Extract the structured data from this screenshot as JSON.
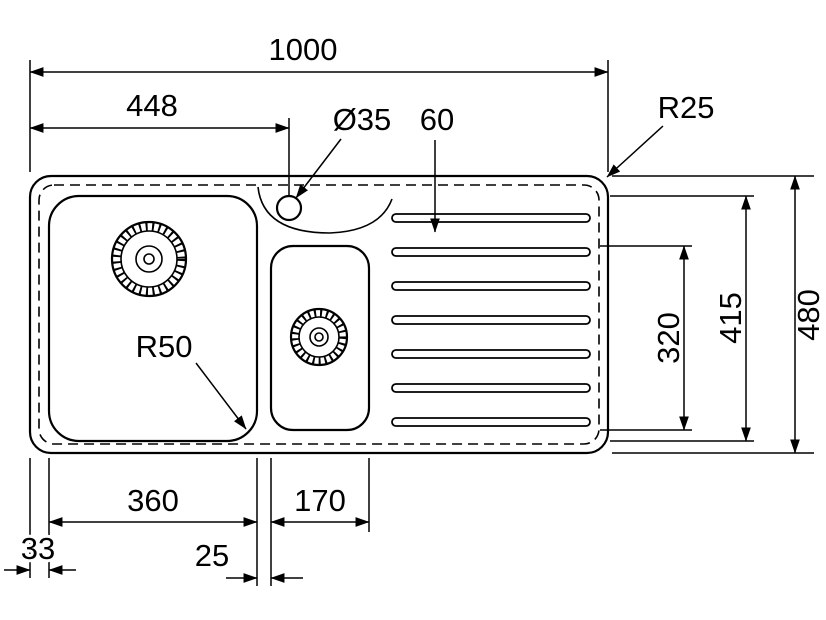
{
  "drawing": {
    "title": "Inset kitchen sink, 1.5 bowls with drainer - dimensioned plan view",
    "colors": {
      "line": "#000000",
      "background": "#ffffff"
    },
    "dims": {
      "overall_width": "1000",
      "tap_center_from_left": "448",
      "tap_hole_diameter": "Ø35",
      "groove_spacing": "60",
      "outer_corner_radius": "R25",
      "overall_depth": "480",
      "large_bowl_length": "415",
      "small_bowl_length": "320",
      "bowl_corner_radius": "R50",
      "large_bowl_width": "360",
      "small_bowl_width": "170",
      "rim_to_bowl_offset": "33",
      "divider_width": "25"
    }
  }
}
